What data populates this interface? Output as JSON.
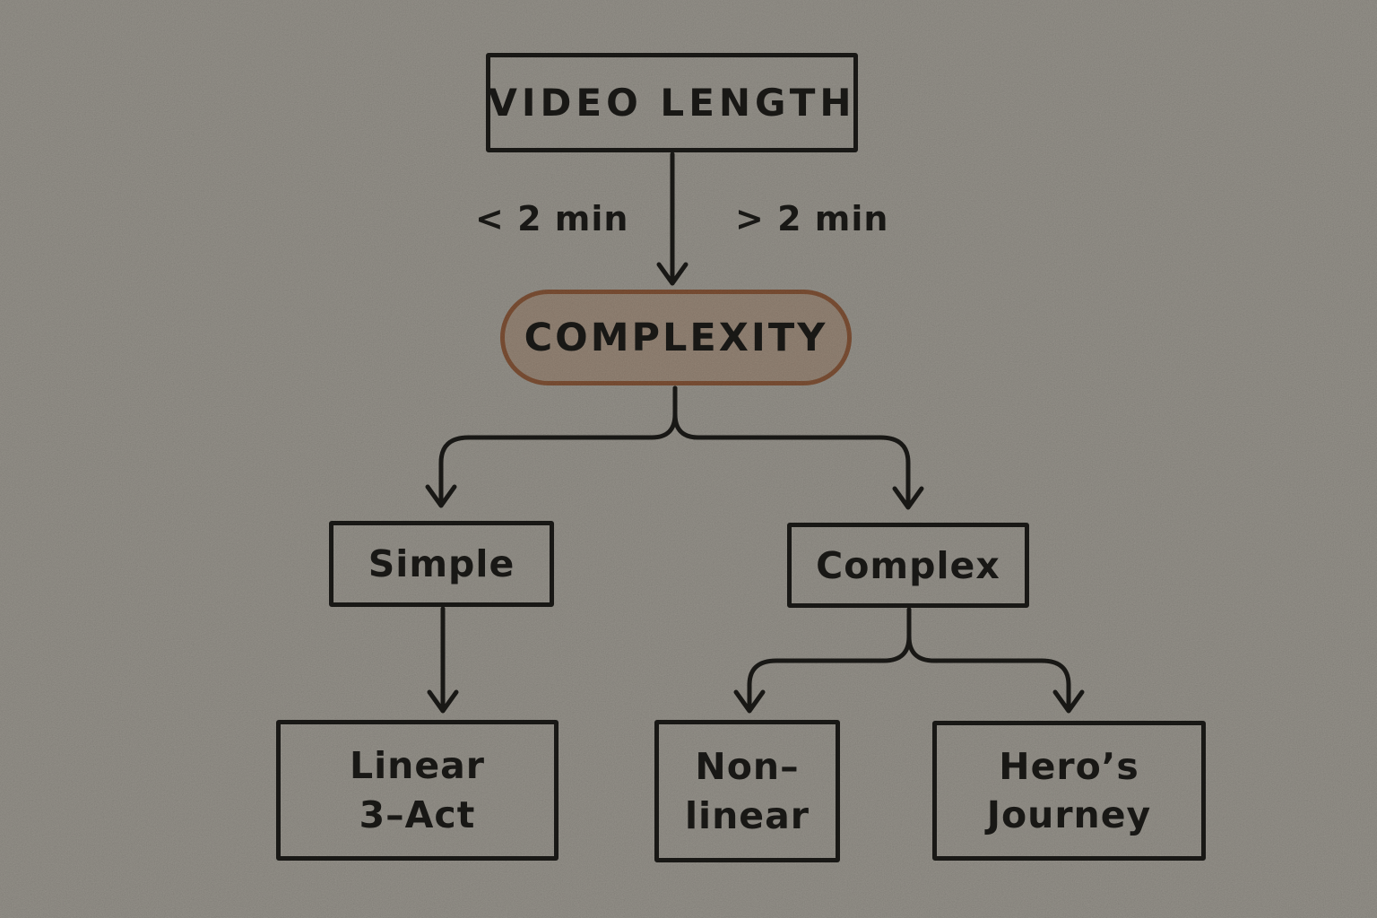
{
  "diagram": {
    "colors": {
      "paper": "#f8f2e6",
      "ink": "#2b2a25",
      "pill_fill": "#f7dcc3",
      "pill_border": "#d08457"
    },
    "nodes": {
      "video_length": {
        "label": "VIDEO LENGTH",
        "shape": "rect"
      },
      "complexity": {
        "label": "COMPLEXITY",
        "shape": "pill"
      },
      "simple": {
        "label": "Simple",
        "shape": "rect"
      },
      "complex": {
        "label": "Complex",
        "shape": "rect"
      },
      "linear_3_act": {
        "line1": "Linear",
        "line2": "3–Act",
        "shape": "rect"
      },
      "non_linear": {
        "line1": "Non–",
        "line2": "linear",
        "shape": "rect"
      },
      "heros_journey": {
        "line1": "Hero’s",
        "line2": "Journey",
        "shape": "rect"
      }
    },
    "edges": [
      {
        "from": "video_length",
        "to": "complexity",
        "label_left": "< 2 min",
        "label_right": "> 2 min"
      },
      {
        "from": "complexity",
        "to": "simple"
      },
      {
        "from": "complexity",
        "to": "complex"
      },
      {
        "from": "simple",
        "to": "linear_3_act"
      },
      {
        "from": "complex",
        "to": "non_linear"
      },
      {
        "from": "complex",
        "to": "heros_journey"
      }
    ]
  }
}
